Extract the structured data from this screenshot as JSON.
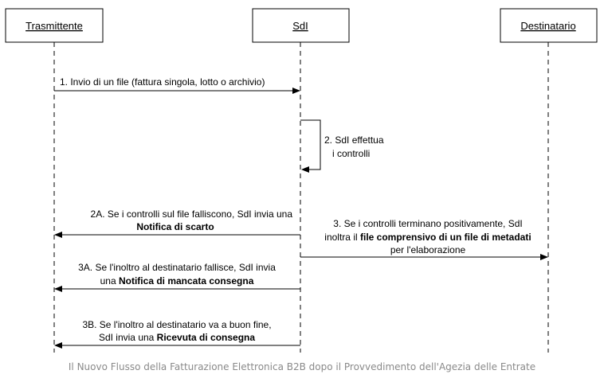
{
  "actors": {
    "sender": "Trasmittente",
    "sdi": "SdI",
    "recipient": "Destinatario"
  },
  "messages": {
    "m1": {
      "line1": "1. Invio di un file (fattura singola, lotto o archivio)"
    },
    "m2": {
      "line1": "2. SdI effettua",
      "line2": "i controlli"
    },
    "m2a": {
      "line1": "2A. Se i controlli sul file falliscono, SdI invia una",
      "line2_bold": "Notifica di scarto"
    },
    "m3": {
      "line1": "3. Se i controlli terminano positivamente, SdI",
      "line2_pre": "inoltra il ",
      "line2_bold": "file comprensivo di un file di metadati",
      "line3": "per l'elaborazione"
    },
    "m3a": {
      "line1": "3A. Se l'inoltro al destinatario fallisce, SdI invia",
      "line2_pre": "una ",
      "line2_bold": "Notifica di mancata consegna"
    },
    "m3b": {
      "line1": "3B. Se l'inoltro al destinatario va a buon fine,",
      "line2_pre": "SdI invia una ",
      "line2_bold": "Ricevuta di consegna"
    }
  },
  "caption": "Il Nuovo Flusso della Fatturazione Elettronica B2B dopo il Provvedimento dell'Agezia delle Entrate",
  "colors": {
    "line": "#000000",
    "caption": "#8a8a8a"
  }
}
